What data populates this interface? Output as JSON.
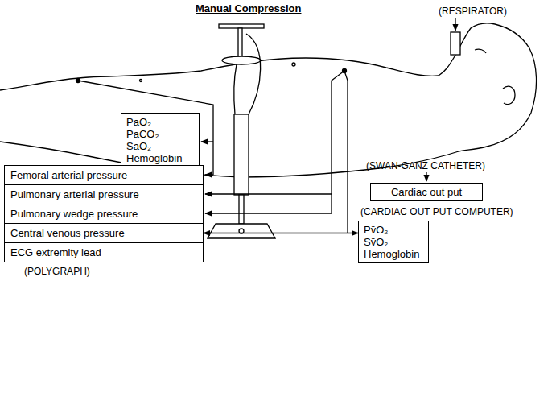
{
  "diagram": {
    "nodes": [
      {
        "text": [
          "PaO₂",
          "PaCO₂",
          "SaO₂",
          "Hemoglobin"
        ]
      },
      {
        "text": [
          "Femoral arterial pressure"
        ]
      },
      {
        "text": [
          "Pulmonary arterial pressure"
        ]
      },
      {
        "text": [
          "Pulmonary wedge pressure"
        ]
      },
      {
        "text": [
          "Central venous pressure"
        ]
      },
      {
        "text": [
          "ECG extremity lead"
        ]
      },
      {
        "text": [
          "Cardiac out put"
        ]
      },
      {
        "text": [
          "Pv̄O₂",
          "Sv̄O₂",
          "Hemoglobin"
        ]
      }
    ],
    "edges": [
      {
        "from": 4,
        "to": 7,
        "arrow": "both"
      }
    ],
    "labels": [
      "Manual Compression",
      "(RESPIRATOR)",
      "(SWAN-GANZ CATHETER)",
      "(CARDIAC OUT PUT COMPUTER)",
      "(POLYGRAPH)"
    ]
  }
}
